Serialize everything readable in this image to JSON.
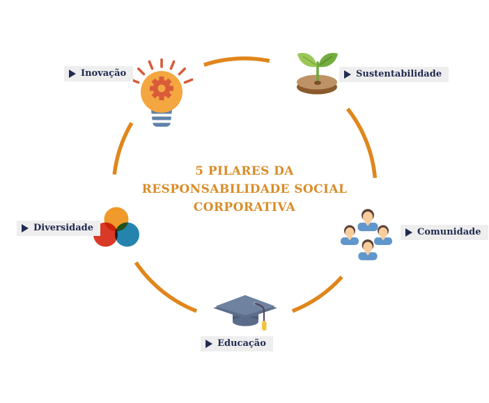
{
  "title": {
    "lines": [
      "5 PILARES DA",
      "RESPONSABILIDADE SOCIAL",
      "CORPORATIVA"
    ],
    "full_text": "5 PILARES DA RESPONSABILIDADE SOCIAL CORPORATIVA"
  },
  "pillars": [
    {
      "id": "inovacao",
      "label": "Inovação",
      "icon": "lightbulb-gear-icon",
      "position": "top-left"
    },
    {
      "id": "sustentabilidade",
      "label": "Sustentabilidade",
      "icon": "seedling-icon",
      "position": "top-right"
    },
    {
      "id": "comunidade",
      "label": "Comunidade",
      "icon": "people-group-icon",
      "position": "right"
    },
    {
      "id": "educacao",
      "label": "Educação",
      "icon": "graduation-cap-icon",
      "position": "bottom"
    },
    {
      "id": "diversidade",
      "label": "Diversidade",
      "icon": "venn-circles-icon",
      "position": "left"
    }
  ],
  "colors": {
    "accent_orange": "#E0861C",
    "title_orange": "#D98C28",
    "navy": "#1F2B50",
    "label_bg": "#EFEEEE",
    "bulb_orange": "#F4A640",
    "gear_red": "#D85B3A",
    "leaf_light_green": "#9CC758",
    "leaf_dark_green": "#74AC3F",
    "soil_brown": "#8A5A2C",
    "shirt_blue": "#6096CB",
    "cap_slate": "#6F82A0",
    "tassel_yellow": "#F2C23E",
    "venn_orange": "#EF9A2B",
    "venn_red": "#D93A27",
    "venn_blue": "#2484AE"
  }
}
